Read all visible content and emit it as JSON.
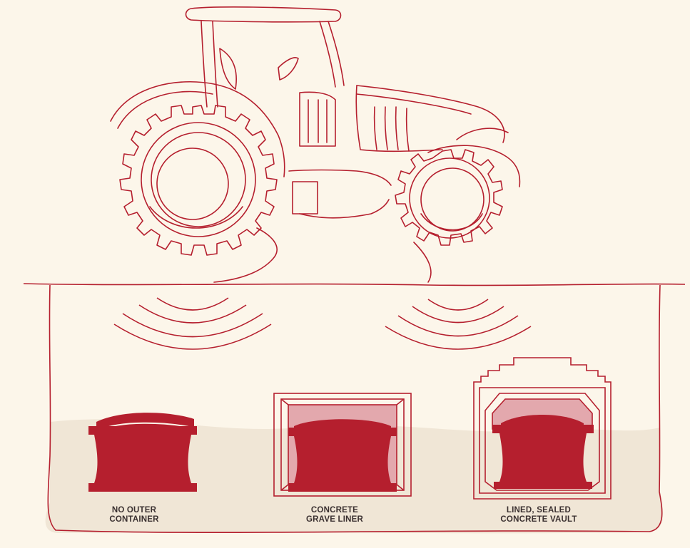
{
  "diagram": {
    "illustration_icon": "tractor-icon",
    "colors": {
      "background": "#fcf6ea",
      "line": "#b51f2e",
      "container_fill": "#b51f2e",
      "soil": "#f0e6d6",
      "liner_tint": "#e3a8ad"
    },
    "containers": [
      {
        "label_line1": "NO OUTER",
        "label_line2": "CONTAINER"
      },
      {
        "label_line1": "CONCRETE",
        "label_line2": "GRAVE LINER"
      },
      {
        "label_line1": "LINED, SEALED",
        "label_line2": "CONCRETE VAULT"
      }
    ]
  }
}
